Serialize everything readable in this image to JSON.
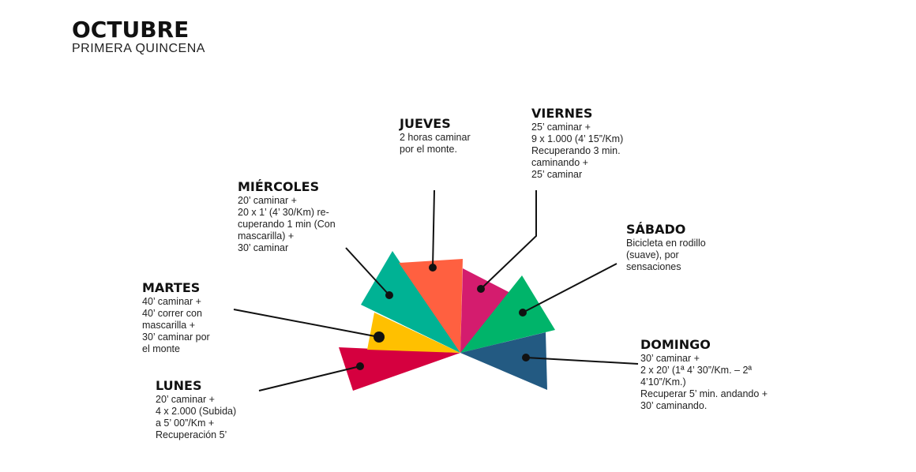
{
  "header": {
    "title": "OCTUBRE",
    "subtitle": "PRIMERA QUINCENA"
  },
  "days": {
    "lunes": {
      "name": "LUNES",
      "text": "20’ caminar +\n4 x 2.000 (Subida)\na 5’ 00”/Km +\nRecuperación 5’",
      "color": "#D5003F"
    },
    "martes": {
      "name": "MARTES",
      "text": "40’ caminar +\n40’ correr con\nmascarilla +\n30’ caminar por\nel monte",
      "color": "#FFC000"
    },
    "miercoles": {
      "name": "MIÉRCOLES",
      "text": "20’ caminar +\n20 x 1’ (4’ 30/Km) re-\ncuperando 1 min (Con\nmascarilla) +\n30’ caminar",
      "color": "#00B294"
    },
    "jueves": {
      "name": "JUEVES",
      "text": "2 horas caminar\npor el monte.",
      "color": "#FF6040"
    },
    "viernes": {
      "name": "VIERNES",
      "text": "25’ caminar +\n9 x 1.000 (4’ 15”/Km)\nRecuperando 3 min.\ncaminando +\n25’ caminar",
      "color": "#D41C6E"
    },
    "sabado": {
      "name": "SÁBADO",
      "text": "Bicicleta en rodillo\n(suave), por\nsensaciones",
      "color": "#00B46A"
    },
    "domingo": {
      "name": "DOMINGO",
      "text": "30’ caminar +\n2 x 20’ (1ª 4’ 30”/Km. – 2ª\n4’10”/Km.)\nRecuperar 5’ min. andando +\n30’ caminando.",
      "color": "#235A82"
    }
  }
}
